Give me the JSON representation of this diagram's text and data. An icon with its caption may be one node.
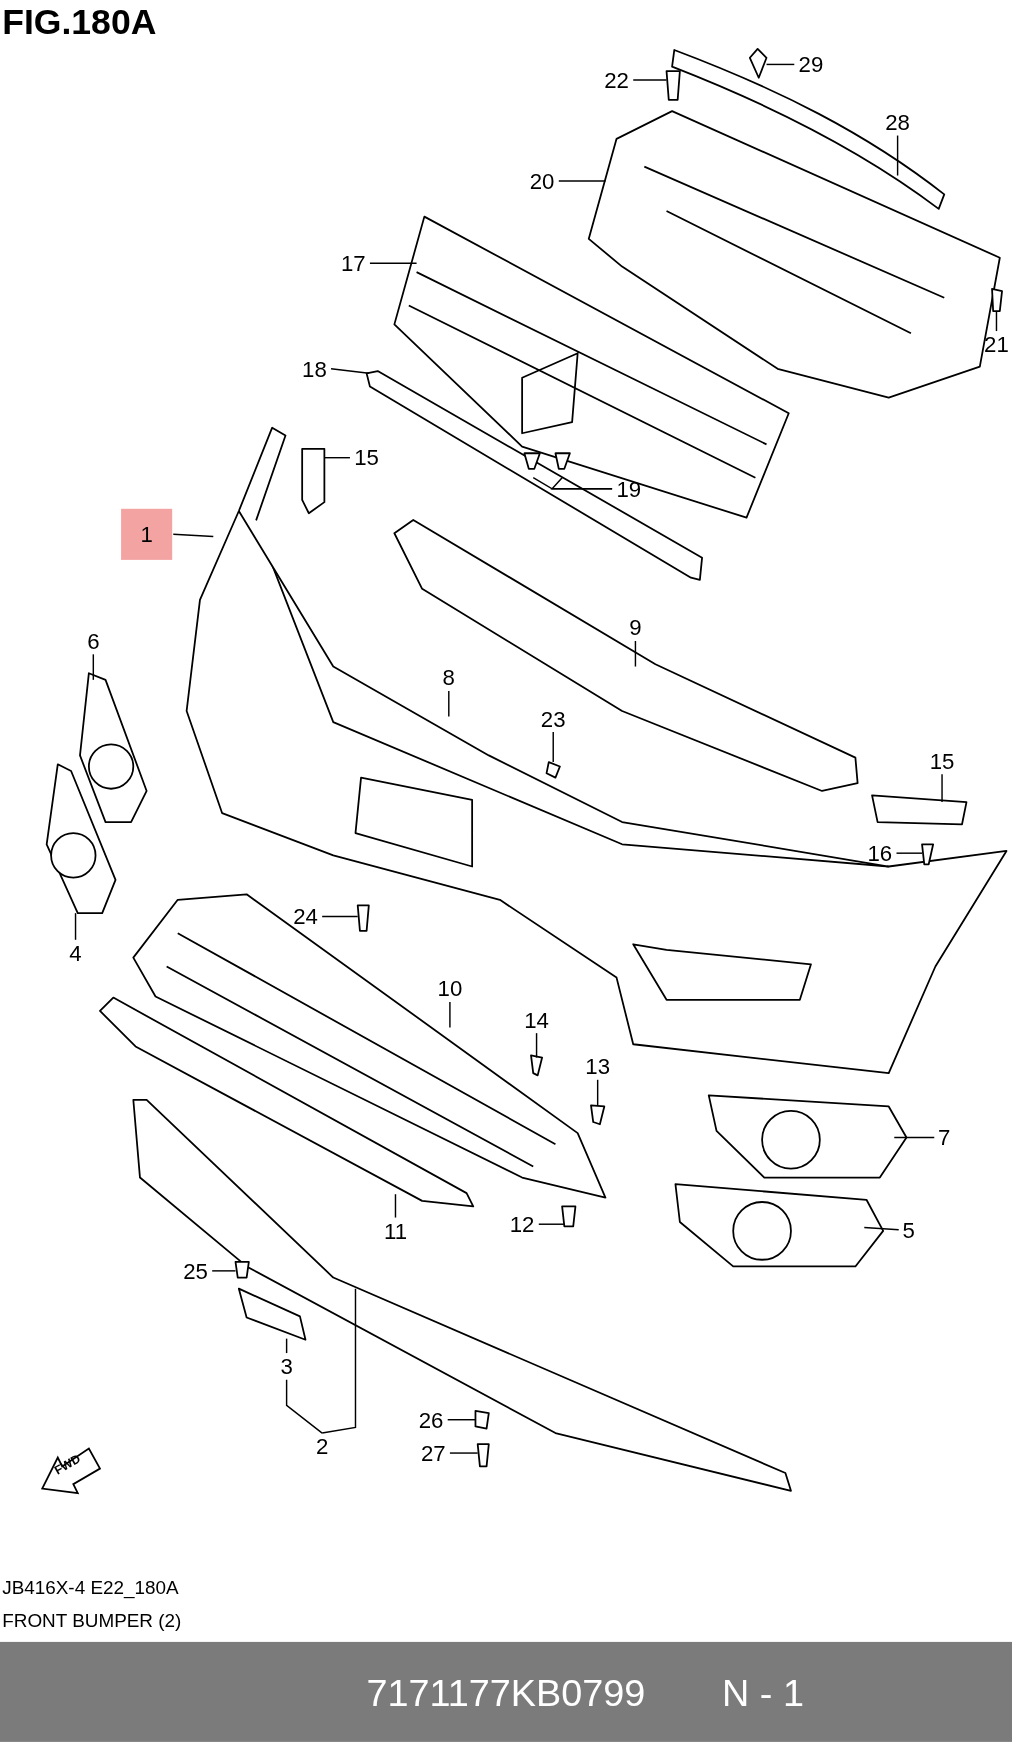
{
  "diagram": {
    "title": "FIG.180A",
    "nodes": [
      {
        "text": [
          "1"
        ]
      },
      {
        "text": [
          "2"
        ]
      },
      {
        "text": [
          "3"
        ]
      },
      {
        "text": [
          "4"
        ]
      },
      {
        "text": [
          "5"
        ]
      },
      {
        "text": [
          "6"
        ]
      },
      {
        "text": [
          "7"
        ]
      },
      {
        "text": [
          "8"
        ]
      },
      {
        "text": [
          "9"
        ]
      },
      {
        "text": [
          "10"
        ]
      },
      {
        "text": [
          "11"
        ]
      },
      {
        "text": [
          "12"
        ]
      },
      {
        "text": [
          "13"
        ]
      },
      {
        "text": [
          "14"
        ]
      },
      {
        "text": [
          "15"
        ]
      },
      {
        "text": [
          "15"
        ]
      },
      {
        "text": [
          "16"
        ]
      },
      {
        "text": [
          "17"
        ]
      },
      {
        "text": [
          "18"
        ]
      },
      {
        "text": [
          "19"
        ]
      },
      {
        "text": [
          "20"
        ]
      },
      {
        "text": [
          "21"
        ]
      },
      {
        "text": [
          "22"
        ]
      },
      {
        "text": [
          "23"
        ]
      },
      {
        "text": [
          "24"
        ]
      },
      {
        "text": [
          "25"
        ]
      },
      {
        "text": [
          "26"
        ]
      },
      {
        "text": [
          "27"
        ]
      },
      {
        "text": [
          "28"
        ]
      },
      {
        "text": [
          "29"
        ]
      }
    ],
    "edges": [
      {
        "from": 0,
        "to": null,
        "arrow": "none"
      },
      {
        "from": 1,
        "to": null,
        "arrow": "none"
      },
      {
        "from": 1,
        "to": 2,
        "arrow": "none"
      },
      {
        "from": 2,
        "to": null,
        "arrow": "none"
      },
      {
        "from": 3,
        "to": null,
        "arrow": "none"
      },
      {
        "from": 4,
        "to": null,
        "arrow": "none"
      },
      {
        "from": 5,
        "to": null,
        "arrow": "none"
      },
      {
        "from": 6,
        "to": null,
        "arrow": "none"
      },
      {
        "from": 7,
        "to": null,
        "arrow": "none"
      },
      {
        "from": 8,
        "to": null,
        "arrow": "none"
      },
      {
        "from": 9,
        "to": null,
        "arrow": "none"
      },
      {
        "from": 10,
        "to": null,
        "arrow": "none"
      },
      {
        "from": 11,
        "to": null,
        "arrow": "none"
      },
      {
        "from": 12,
        "to": null,
        "arrow": "none"
      },
      {
        "from": 13,
        "to": null,
        "arrow": "none"
      },
      {
        "from": 14,
        "to": null,
        "arrow": "none"
      },
      {
        "from": 15,
        "to": null,
        "arrow": "none"
      },
      {
        "from": 16,
        "to": null,
        "arrow": "none"
      },
      {
        "from": 17,
        "to": null,
        "arrow": "none"
      },
      {
        "from": 18,
        "to": null,
        "arrow": "none"
      },
      {
        "from": 19,
        "to": null,
        "arrow": "none"
      },
      {
        "from": 19,
        "to": null,
        "arrow": "none"
      },
      {
        "from": 20,
        "to": null,
        "arrow": "none"
      },
      {
        "from": 21,
        "to": null,
        "arrow": "none"
      },
      {
        "from": 22,
        "to": null,
        "arrow": "none"
      },
      {
        "from": 23,
        "to": null,
        "arrow": "none"
      },
      {
        "from": 24,
        "to": null,
        "arrow": "none"
      },
      {
        "from": 25,
        "to": null,
        "arrow": "none"
      },
      {
        "from": 26,
        "to": null,
        "arrow": "none"
      },
      {
        "from": 27,
        "to": null,
        "arrow": "none"
      },
      {
        "from": 28,
        "to": null,
        "arrow": "none"
      },
      {
        "from": 29,
        "to": null,
        "arrow": "none"
      }
    ],
    "labels": [
      "FWD",
      "JB416X-4 E22_180A",
      "FRONT BUMPER (2)",
      "7171177KB0799",
      "N - 1"
    ]
  }
}
